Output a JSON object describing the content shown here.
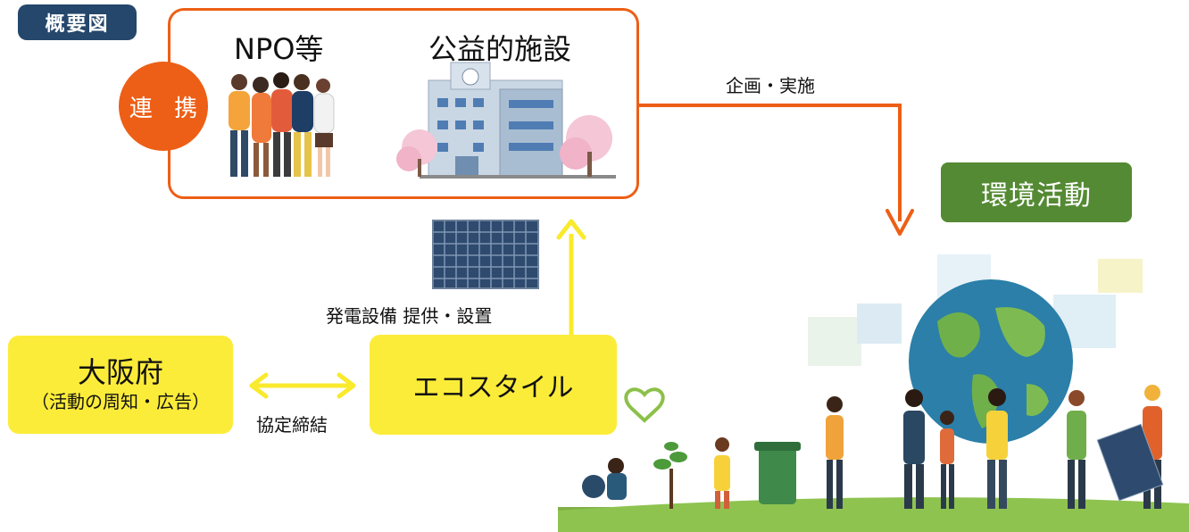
{
  "tag": {
    "label": "概要図"
  },
  "partner_box": {
    "npo_label": "NPO等",
    "facility_label": "公益的施設",
    "badge": "連 携"
  },
  "flows": {
    "plan_label": "企画・実施",
    "equipment_label": "発電設備 提供・設置",
    "agreement_label": "協定締結"
  },
  "osaka": {
    "title": "大阪府",
    "subtitle": "（活動の周知・広告）"
  },
  "ecostyle": {
    "label": "エコスタイル"
  },
  "environment": {
    "label": "環境活動"
  },
  "colors": {
    "orange": "#ed5f16",
    "yellow": "#fcec3a",
    "navy": "#24476b",
    "green": "#548a33",
    "arrow_yellow": "#f9ea2d"
  }
}
